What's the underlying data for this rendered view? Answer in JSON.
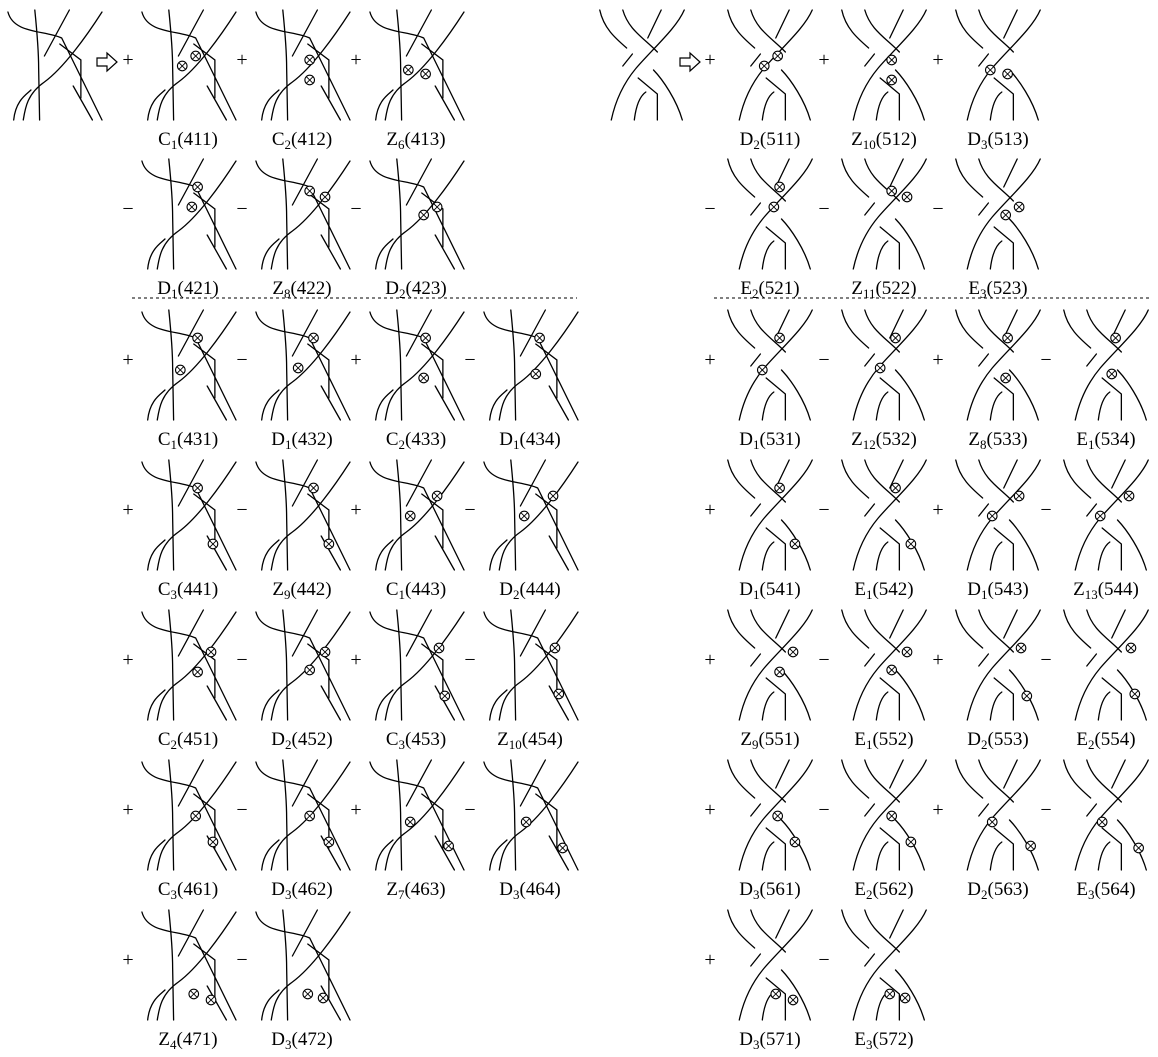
{
  "left": {
    "equation_arrow": "⇨",
    "diagrams": [
      {
        "sign": "+",
        "letter": "C",
        "sub": "1",
        "num": "411"
      },
      {
        "sign": "+",
        "letter": "C",
        "sub": "2",
        "num": "412"
      },
      {
        "sign": "+",
        "letter": "Z",
        "sub": "6",
        "num": "413"
      },
      {
        "sign": "−",
        "letter": "D",
        "sub": "1",
        "num": "421"
      },
      {
        "sign": "−",
        "letter": "Z",
        "sub": "8",
        "num": "422"
      },
      {
        "sign": "−",
        "letter": "D",
        "sub": "2",
        "num": "423"
      },
      {
        "sign": "+",
        "letter": "C",
        "sub": "1",
        "num": "431"
      },
      {
        "sign": "−",
        "letter": "D",
        "sub": "1",
        "num": "432"
      },
      {
        "sign": "+",
        "letter": "C",
        "sub": "2",
        "num": "433"
      },
      {
        "sign": "−",
        "letter": "D",
        "sub": "1",
        "num": "434"
      },
      {
        "sign": "+",
        "letter": "C",
        "sub": "3",
        "num": "441"
      },
      {
        "sign": "−",
        "letter": "Z",
        "sub": "9",
        "num": "442"
      },
      {
        "sign": "+",
        "letter": "C",
        "sub": "1",
        "num": "443"
      },
      {
        "sign": "−",
        "letter": "D",
        "sub": "2",
        "num": "444"
      },
      {
        "sign": "+",
        "letter": "C",
        "sub": "2",
        "num": "451"
      },
      {
        "sign": "−",
        "letter": "D",
        "sub": "2",
        "num": "452"
      },
      {
        "sign": "+",
        "letter": "C",
        "sub": "3",
        "num": "453"
      },
      {
        "sign": "−",
        "letter": "Z",
        "sub": "10",
        "num": "454"
      },
      {
        "sign": "+",
        "letter": "C",
        "sub": "3",
        "num": "461"
      },
      {
        "sign": "−",
        "letter": "D",
        "sub": "3",
        "num": "462"
      },
      {
        "sign": "+",
        "letter": "Z",
        "sub": "7",
        "num": "463"
      },
      {
        "sign": "−",
        "letter": "D",
        "sub": "3",
        "num": "464"
      },
      {
        "sign": "+",
        "letter": "Z",
        "sub": "4",
        "num": "471"
      },
      {
        "sign": "−",
        "letter": "D",
        "sub": "3",
        "num": "472"
      }
    ]
  },
  "right": {
    "equation_arrow": "⇨",
    "diagrams": [
      {
        "sign": "+",
        "letter": "D",
        "sub": "2",
        "num": "511"
      },
      {
        "sign": "+",
        "letter": "Z",
        "sub": "10",
        "num": "512"
      },
      {
        "sign": "+",
        "letter": "D",
        "sub": "3",
        "num": "513"
      },
      {
        "sign": "−",
        "letter": "E",
        "sub": "2",
        "num": "521"
      },
      {
        "sign": "−",
        "letter": "Z",
        "sub": "11",
        "num": "522"
      },
      {
        "sign": "−",
        "letter": "E",
        "sub": "3",
        "num": "523"
      },
      {
        "sign": "+",
        "letter": "D",
        "sub": "1",
        "num": "531"
      },
      {
        "sign": "−",
        "letter": "Z",
        "sub": "12",
        "num": "532"
      },
      {
        "sign": "+",
        "letter": "Z",
        "sub": "8",
        "num": "533"
      },
      {
        "sign": "−",
        "letter": "E",
        "sub": "1",
        "num": "534"
      },
      {
        "sign": "+",
        "letter": "D",
        "sub": "1",
        "num": "541"
      },
      {
        "sign": "−",
        "letter": "E",
        "sub": "1",
        "num": "542"
      },
      {
        "sign": "+",
        "letter": "D",
        "sub": "1",
        "num": "543"
      },
      {
        "sign": "−",
        "letter": "Z",
        "sub": "13",
        "num": "544"
      },
      {
        "sign": "+",
        "letter": "Z",
        "sub": "9",
        "num": "551"
      },
      {
        "sign": "−",
        "letter": "E",
        "sub": "1",
        "num": "552"
      },
      {
        "sign": "+",
        "letter": "D",
        "sub": "2",
        "num": "553"
      },
      {
        "sign": "−",
        "letter": "E",
        "sub": "2",
        "num": "554"
      },
      {
        "sign": "+",
        "letter": "D",
        "sub": "3",
        "num": "561"
      },
      {
        "sign": "−",
        "letter": "E",
        "sub": "2",
        "num": "562"
      },
      {
        "sign": "+",
        "letter": "D",
        "sub": "2",
        "num": "563"
      },
      {
        "sign": "−",
        "letter": "E",
        "sub": "3",
        "num": "564"
      },
      {
        "sign": "+",
        "letter": "D",
        "sub": "3",
        "num": "571"
      },
      {
        "sign": "−",
        "letter": "E",
        "sub": "3",
        "num": "572"
      }
    ]
  }
}
